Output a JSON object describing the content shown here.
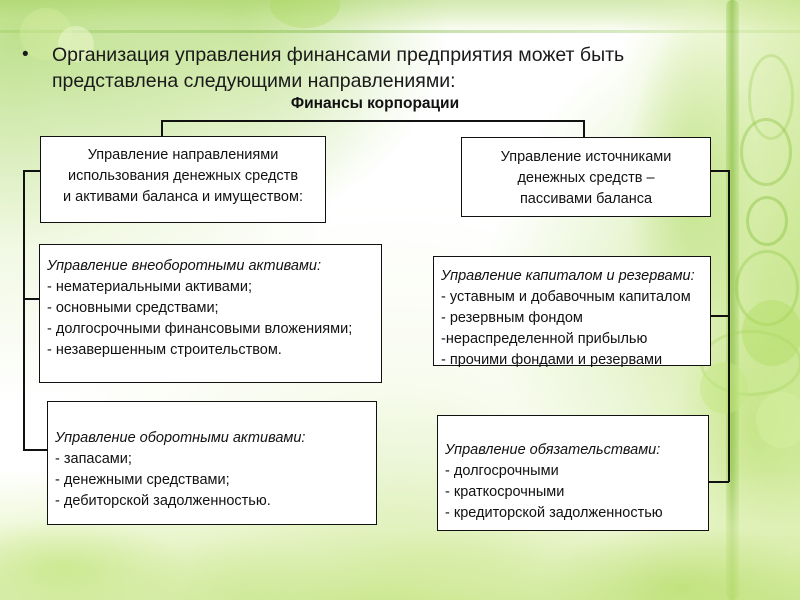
{
  "slide": {
    "bullet": {
      "marker": "•",
      "text": "Организация управления финансами предприятия может быть представлена следующими направлениями:"
    },
    "diagram": {
      "root_label": "Финансы корпорации",
      "nodes": {
        "top_left": {
          "lines": [
            "Управление направлениями",
            "использования денежных средств",
            "и активами баланса и имуществом:"
          ]
        },
        "top_right": {
          "lines": [
            "Управление источниками",
            "денежных средств –",
            "пассивами баланса"
          ]
        },
        "mid_left": {
          "heading": "Управление внеоборотными активами:",
          "items": [
            "- нематериальными активами;",
            "- основными средствами;",
            "- долгосрочными финансовыми вложениями;",
            "- незавершенным строительством."
          ]
        },
        "mid_right": {
          "heading": "Управление капиталом и резервами:",
          "items": [
            "- уставным и добавочным капиталом",
            "- резервным фондом",
            "-нераспределенной прибылью",
            "- прочими фондами и резервами"
          ]
        },
        "bot_left": {
          "heading": "Управление оборотными активами:",
          "items": [
            "- запасами;",
            "- денежными средствами;",
            "- дебиторской задолженностью."
          ]
        },
        "bot_right": {
          "heading": "Управление обязательствами:",
          "items": [
            "- долгосрочными",
            "- краткосрочными",
            "- кредиторской задолженностью"
          ]
        }
      }
    },
    "colors": {
      "line": "#111111",
      "box_fill": "#ffffff",
      "text": "#1a1a1a",
      "background_green": "#a8d854"
    }
  }
}
